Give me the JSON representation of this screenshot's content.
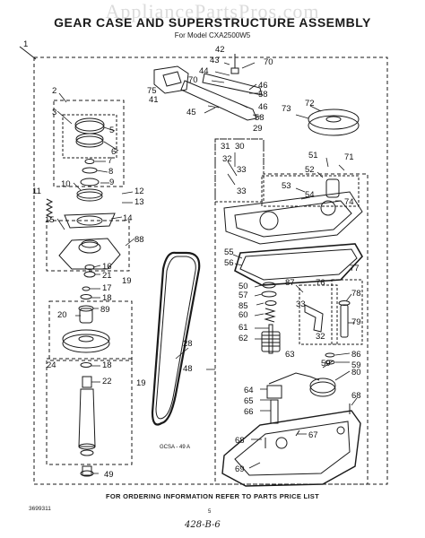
{
  "watermark": "AppliancePartsPros.com",
  "header": {
    "title": "GEAR CASE AND SUPERSTRUCTURE ASSEMBLY",
    "subtitle": "For Model CXA2500W5"
  },
  "footer": {
    "instruction": "FOR ORDERING INFORMATION REFER TO PARTS PRICE LIST",
    "doc_number": "3699311",
    "page_number": "5",
    "handwritten_note": "428-B-6",
    "drawing_ref": "GCSA - 49 A"
  },
  "callouts": [
    "1",
    "2",
    "3",
    "5",
    "6",
    "7",
    "8",
    "9",
    "10",
    "11",
    "12",
    "13",
    "14",
    "15",
    "16",
    "17",
    "18",
    "19",
    "20",
    "21",
    "22",
    "24",
    "28",
    "29",
    "30",
    "31",
    "32",
    "33",
    "41",
    "42",
    "43",
    "44",
    "45",
    "46",
    "48",
    "49",
    "50",
    "51",
    "52",
    "53",
    "54",
    "55",
    "56",
    "57",
    "58",
    "59",
    "60",
    "61",
    "62",
    "63",
    "64",
    "65",
    "66",
    "67",
    "68",
    "69",
    "70",
    "71",
    "72",
    "73",
    "74",
    "75",
    "76",
    "77",
    "78",
    "79",
    "80",
    "85",
    "86",
    "87",
    "88",
    "89"
  ]
}
